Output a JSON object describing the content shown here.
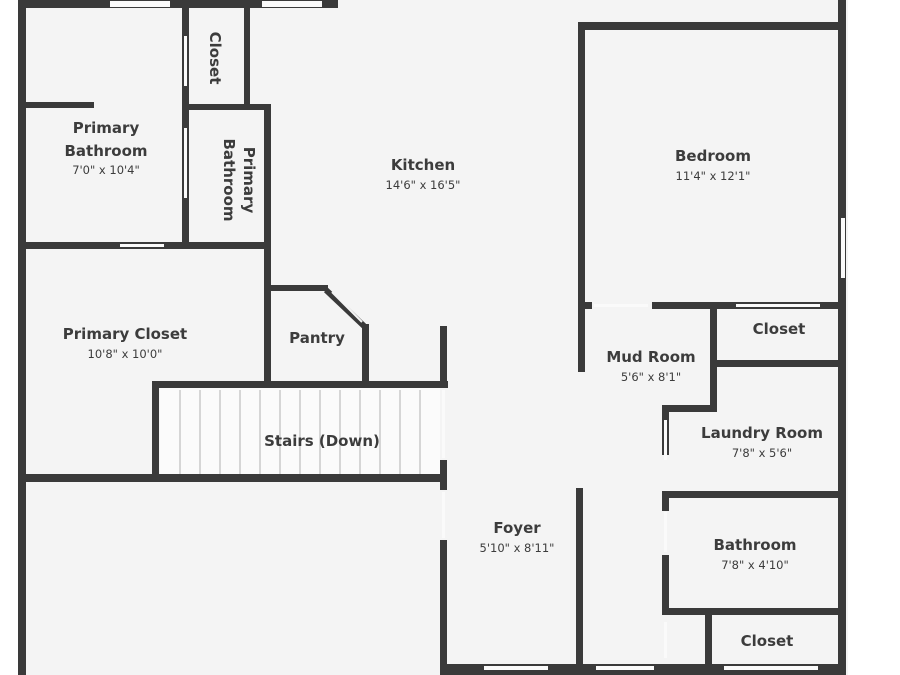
{
  "colors": {
    "floor": "#f4f4f4",
    "wall": "#3a3a3a",
    "text": "#3c3c3c",
    "background": "#ffffff"
  },
  "rooms": {
    "primary_bathroom": {
      "name_line1": "Primary",
      "name_line2": "Bathroom",
      "dims": "7'0\" x 10'4\""
    },
    "closet_top": {
      "name": "Closet"
    },
    "primary_bathroom_vertical": {
      "name_line1": "Primary",
      "name_line2": "Bathroom"
    },
    "kitchen": {
      "name": "Kitchen",
      "dims": "14'6\" x 16'5\""
    },
    "bedroom": {
      "name": "Bedroom",
      "dims": "11'4\" x 12'1\""
    },
    "primary_closet": {
      "name": "Primary Closet",
      "dims": "10'8\" x 10'0\""
    },
    "pantry": {
      "name": "Pantry"
    },
    "closet_right": {
      "name": "Closet"
    },
    "mud_room": {
      "name": "Mud Room",
      "dims": "5'6\" x 8'1\""
    },
    "stairs": {
      "name": "Stairs (Down)"
    },
    "laundry_room": {
      "name": "Laundry Room",
      "dims": "7'8\" x 5'6\""
    },
    "foyer": {
      "name": "Foyer",
      "dims": "5'10\" x 8'11\""
    },
    "bathroom": {
      "name": "Bathroom",
      "dims": "7'8\" x 4'10\""
    },
    "closet_bottom": {
      "name": "Closet"
    }
  }
}
